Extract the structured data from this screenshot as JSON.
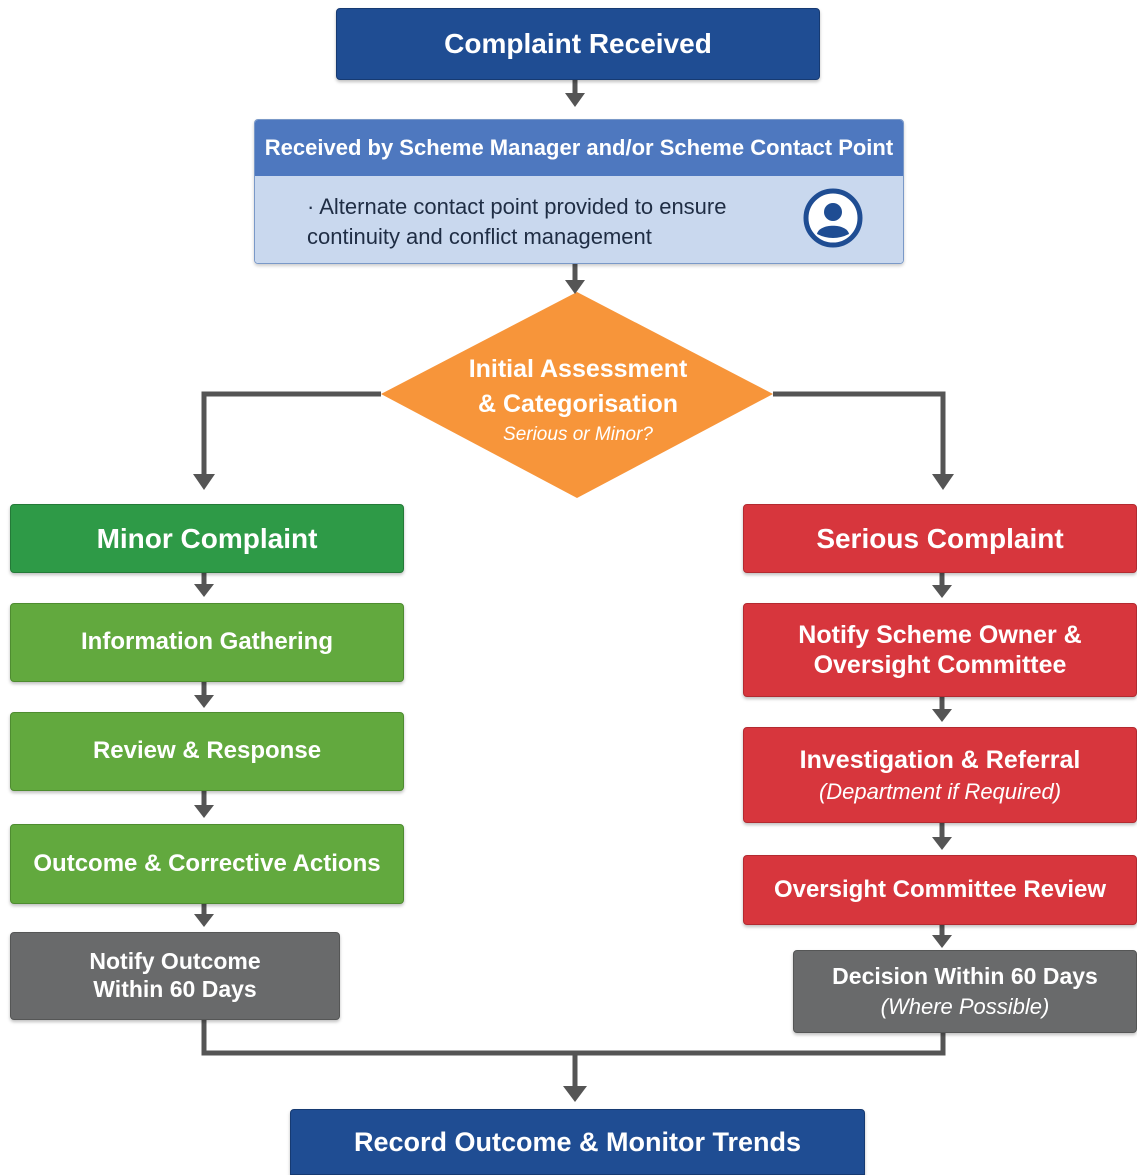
{
  "flow": {
    "start": "Complaint Received",
    "received": {
      "header": "Received by Scheme Manager and/or Scheme Contact Point",
      "bullet": "· Alternate contact point provided to ensure continuity and conflict management",
      "icon": "person-icon"
    },
    "decision": {
      "title_line1": "Initial Assessment",
      "title_line2": "& Categorisation",
      "question": "Serious or Minor?"
    },
    "minor": {
      "title": "Minor Complaint",
      "steps": [
        "Information Gathering",
        "Review & Response",
        "Outcome & Corrective Actions"
      ],
      "final_line1": "Notify Outcome",
      "final_line2": "Within 60 Days"
    },
    "serious": {
      "title": "Serious Complaint",
      "step1_line1": "Notify Scheme Owner &",
      "step1_line2": "Oversight Committee",
      "step2_title": "Investigation & Referral",
      "step2_sub": "(Department if Required)",
      "step3": "Oversight Committee Review",
      "final_title": "Decision Within 60 Days",
      "final_sub": "(Where Possible)"
    },
    "end": "Record Outcome & Monitor Trends"
  },
  "colors": {
    "navy": "#1f4d93",
    "header_blue": "#4e78bf",
    "panel_blue": "#c9d8ee",
    "orange": "#f7953a",
    "green_dark": "#2e9a47",
    "green": "#62a93e",
    "red": "#d7363d",
    "gray": "#696a6b",
    "connector": "#555555"
  }
}
